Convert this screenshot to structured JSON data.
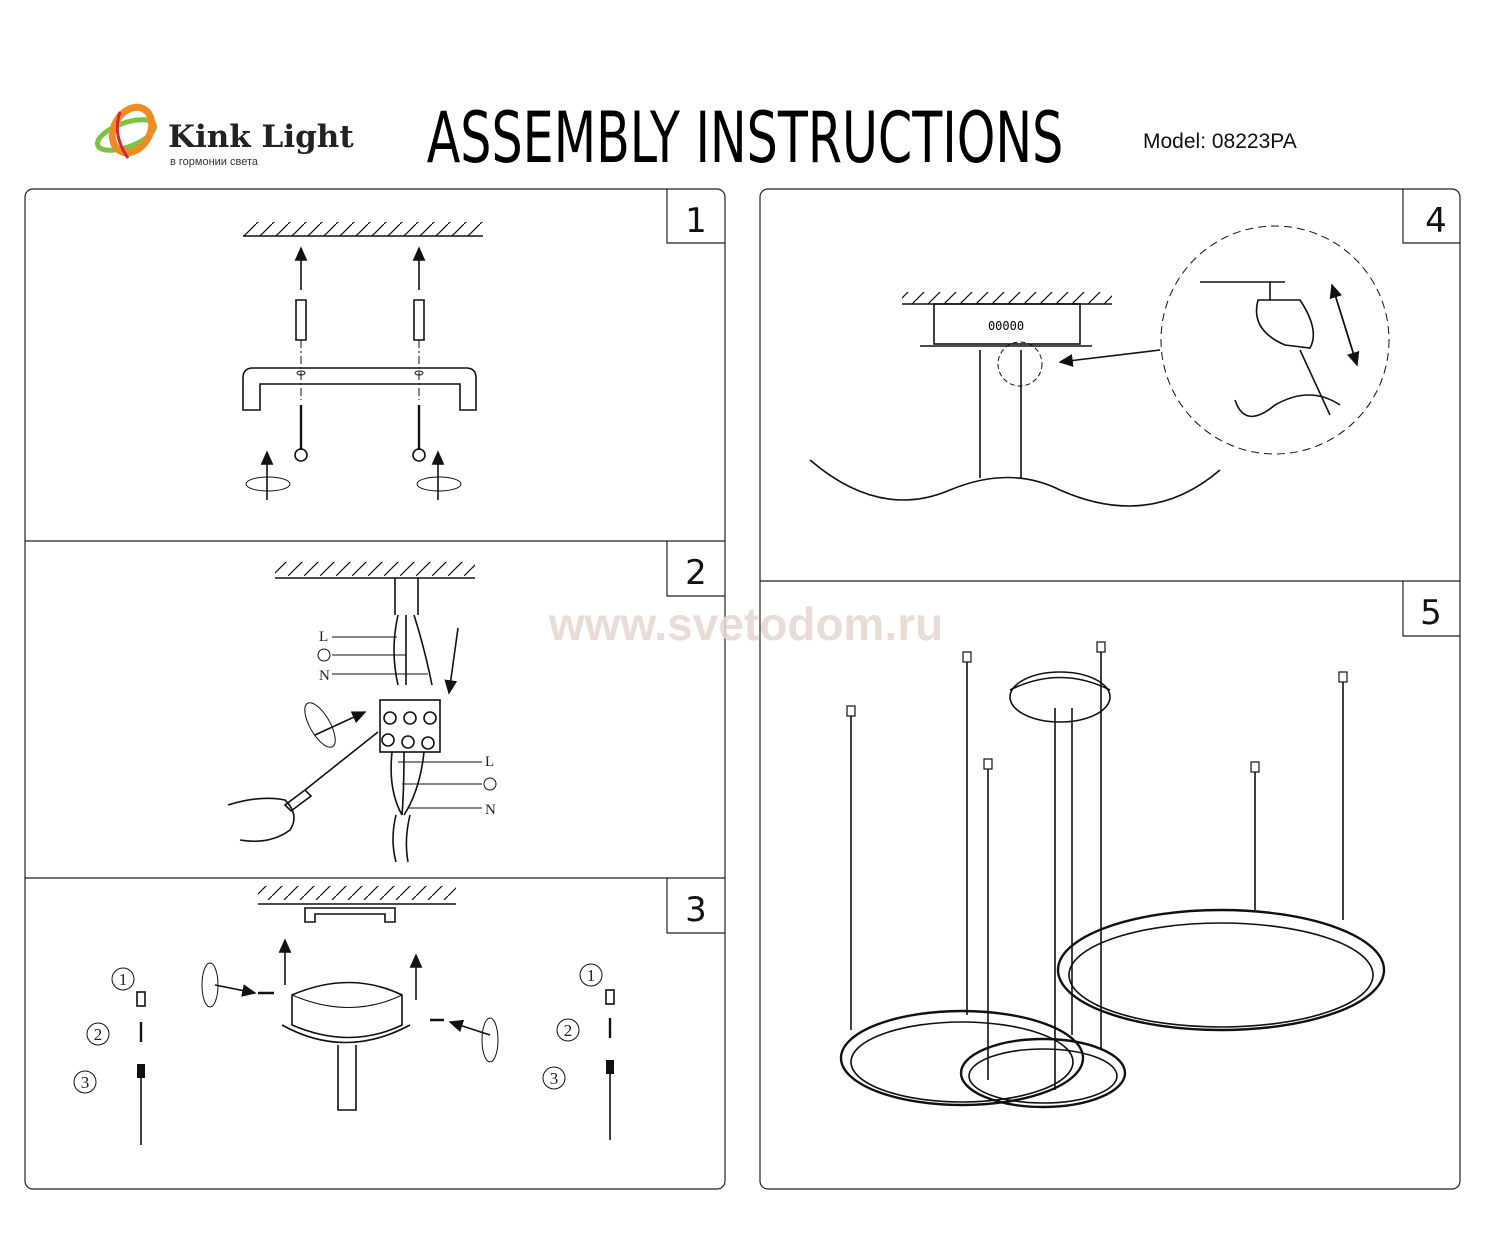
{
  "header": {
    "brand": "Kink Light",
    "tagline": "в гормонии света",
    "title": "ASSEMBLY INSTRUCTIONS",
    "model": "Model: 08223PA"
  },
  "watermark": "www.svetodom.ru",
  "steps": [
    {
      "number": "1"
    },
    {
      "number": "2",
      "labels": [
        "L",
        "N",
        "L",
        "N"
      ]
    },
    {
      "number": "3",
      "parts": [
        "1",
        "2",
        "3",
        "1",
        "2",
        "3"
      ]
    },
    {
      "number": "4",
      "ceiling_label": "00000"
    },
    {
      "number": "5"
    }
  ],
  "colors": {
    "logo_orange": "#f08a24",
    "logo_green": "#7dc242",
    "logo_red": "#d9262e",
    "watermark": "#e6d6cf"
  }
}
